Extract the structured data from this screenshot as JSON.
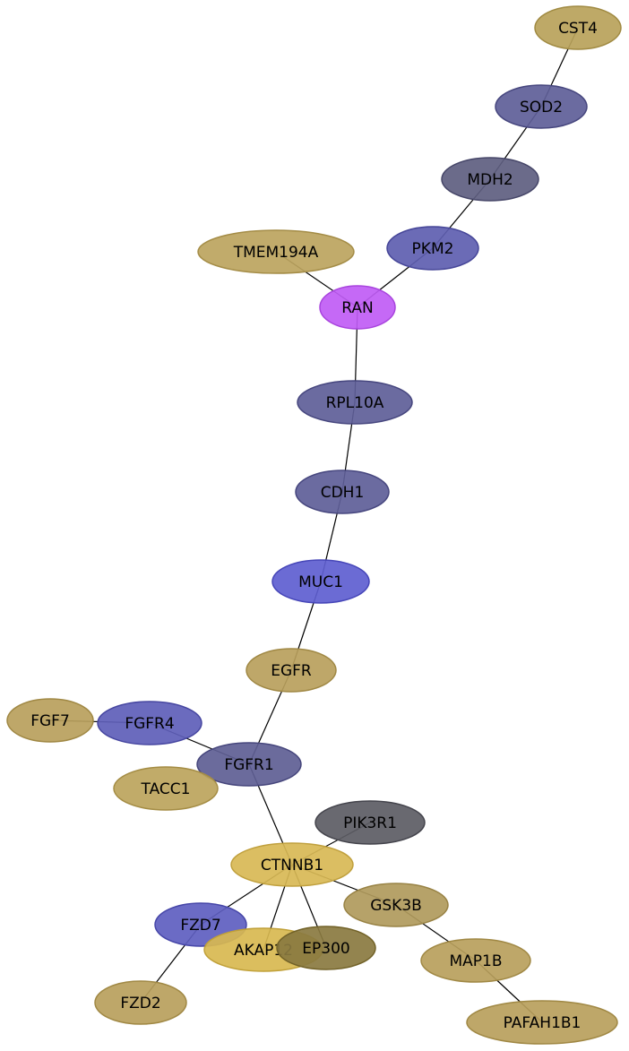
{
  "nodes": [
    {
      "id": "CST4",
      "label": "CST4",
      "color": "#b8a25a",
      "stroke": "#a08a42"
    },
    {
      "id": "SOD2",
      "label": "SOD2",
      "color": "#5e5e98",
      "stroke": "#46467e"
    },
    {
      "id": "MDH2",
      "label": "MDH2",
      "color": "#5e5e80",
      "stroke": "#464668"
    },
    {
      "id": "PKM2",
      "label": "PKM2",
      "color": "#5e5eb0",
      "stroke": "#464698"
    },
    {
      "id": "TMEM194A",
      "label": "TMEM194A",
      "color": "#bca45e",
      "stroke": "#a48c46"
    },
    {
      "id": "RAN",
      "label": "RAN",
      "color": "#c05cf5",
      "stroke": "#a844dd"
    },
    {
      "id": "RPL10A",
      "label": "RPL10A",
      "color": "#5e5e98",
      "stroke": "#46467e"
    },
    {
      "id": "CDH1",
      "label": "CDH1",
      "color": "#5e5e98",
      "stroke": "#46467e"
    },
    {
      "id": "MUC1",
      "label": "MUC1",
      "color": "#5e5ed0",
      "stroke": "#4646b8"
    },
    {
      "id": "EGFR",
      "label": "EGFR",
      "color": "#b8a05c",
      "stroke": "#a08844"
    },
    {
      "id": "FGF7",
      "label": "FGF7",
      "color": "#b8a05c",
      "stroke": "#a08844"
    },
    {
      "id": "FGFR4",
      "label": "FGFR4",
      "color": "#5e5eb8",
      "stroke": "#4646a0"
    },
    {
      "id": "FGFR1",
      "label": "FGFR1",
      "color": "#5e5e94",
      "stroke": "#46467c"
    },
    {
      "id": "TACC1",
      "label": "TACC1",
      "color": "#bca45c",
      "stroke": "#a48c44"
    },
    {
      "id": "PIK3R1",
      "label": "PIK3R1",
      "color": "#5c5c64",
      "stroke": "#44444c"
    },
    {
      "id": "CTNNB1",
      "label": "CTNNB1",
      "color": "#d8b855",
      "stroke": "#c0a03d"
    },
    {
      "id": "GSK3B",
      "label": "GSK3B",
      "color": "#b09a5c",
      "stroke": "#988244"
    },
    {
      "id": "FZD7",
      "label": "FZD7",
      "color": "#5e5ec0",
      "stroke": "#4646a8"
    },
    {
      "id": "AKAP12",
      "label": "AKAP12",
      "color": "#d8b850",
      "stroke": "#c0a038"
    },
    {
      "id": "EP300",
      "label": "EP300",
      "color": "#8a7a40",
      "stroke": "#726228"
    },
    {
      "id": "MAP1B",
      "label": "MAP1B",
      "color": "#b8a05c",
      "stroke": "#a08844"
    },
    {
      "id": "FZD2",
      "label": "FZD2",
      "color": "#b8a05c",
      "stroke": "#a08844"
    },
    {
      "id": "PAFAH1B1",
      "label": "PAFAH1B1",
      "color": "#b8a05c",
      "stroke": "#a08844"
    }
  ],
  "edges": [
    [
      "CST4",
      "SOD2"
    ],
    [
      "SOD2",
      "MDH2"
    ],
    [
      "MDH2",
      "PKM2"
    ],
    [
      "PKM2",
      "RAN"
    ],
    [
      "TMEM194A",
      "RAN"
    ],
    [
      "RAN",
      "RPL10A"
    ],
    [
      "RPL10A",
      "CDH1"
    ],
    [
      "CDH1",
      "MUC1"
    ],
    [
      "MUC1",
      "EGFR"
    ],
    [
      "EGFR",
      "FGFR1"
    ],
    [
      "FGF7",
      "FGFR4"
    ],
    [
      "FGFR4",
      "FGFR1"
    ],
    [
      "FGFR1",
      "CTNNB1"
    ],
    [
      "PIK3R1",
      "CTNNB1"
    ],
    [
      "CTNNB1",
      "GSK3B"
    ],
    [
      "CTNNB1",
      "FZD7"
    ],
    [
      "CTNNB1",
      "AKAP12"
    ],
    [
      "CTNNB1",
      "EP300"
    ],
    [
      "GSK3B",
      "MAP1B"
    ],
    [
      "MAP1B",
      "PAFAH1B1"
    ],
    [
      "FZD7",
      "FZD2"
    ]
  ]
}
